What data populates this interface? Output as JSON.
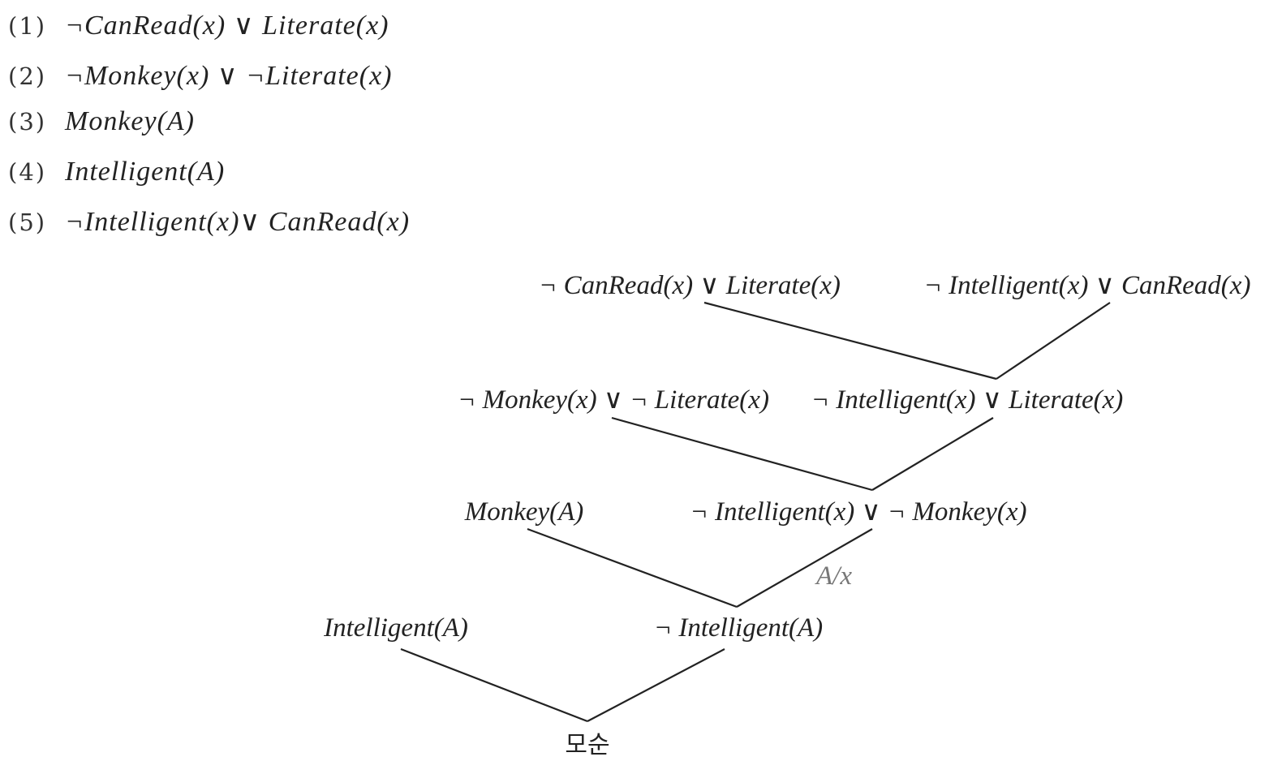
{
  "clauses": [
    {
      "number": "(1)",
      "expr": "¬CanRead(x) ∨ Literate(x)"
    },
    {
      "number": "(2)",
      "expr": "¬Monkey(x) ∨ ¬Literate(x)"
    },
    {
      "number": "(3)",
      "expr": "Monkey(A)"
    },
    {
      "number": "(4)",
      "expr": "Intelligent(A)"
    },
    {
      "number": "(5)",
      "expr": "¬Intelligent(x)∨ CanRead(x)"
    }
  ],
  "tree": {
    "level1_left": "¬ CanRead(x) ∨ Literate(x)",
    "level1_right": "¬ Intelligent(x) ∨ CanRead(x)",
    "level2_left": "¬ Monkey(x) ∨ ¬ Literate(x)",
    "level2_right": "¬ Intelligent(x) ∨ Literate(x)",
    "level3_left": "Monkey(A)",
    "level3_right": "¬ Intelligent(x) ∨ ¬ Monkey(x)",
    "substitution": "A/x",
    "level4_left": "Intelligent(A)",
    "level4_right": "¬ Intelligent(A)",
    "result": "모순"
  }
}
